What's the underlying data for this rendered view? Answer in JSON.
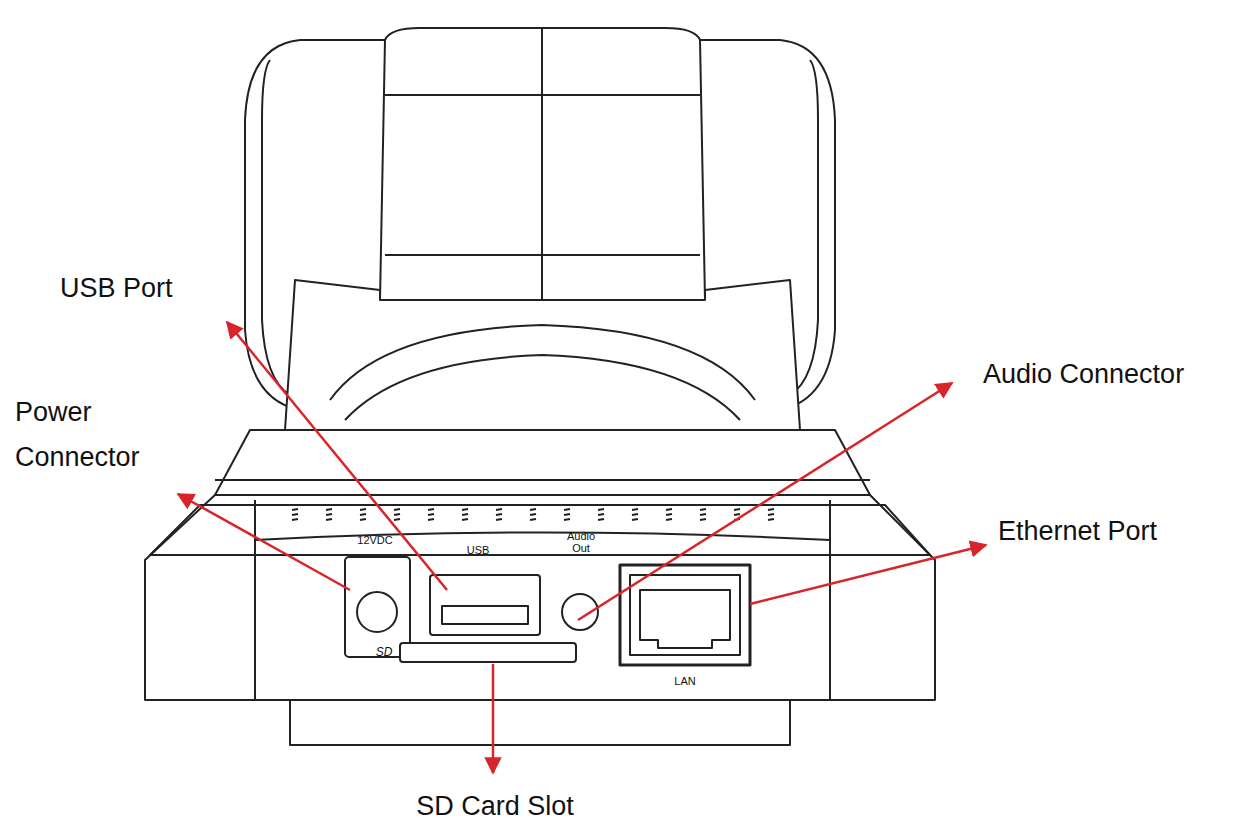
{
  "diagram": {
    "labels": [
      "USB Port",
      "Power Connector",
      "Audio Connector",
      "Ethernet Port",
      "12VDC",
      "USB",
      "Audio Out",
      "LAN",
      "SD",
      "SD Card Slot"
    ]
  }
}
